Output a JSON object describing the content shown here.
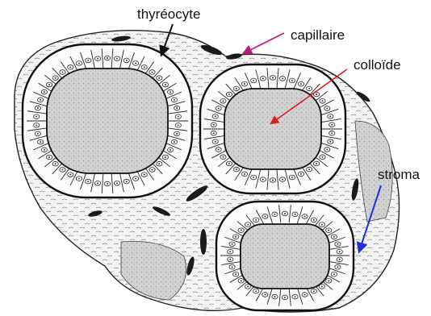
{
  "diagram": {
    "labels": {
      "thyreocyte": "thyréocyte",
      "capillaire": "capillaire",
      "colloide": "colloïde",
      "stroma": "stroma"
    },
    "colors": {
      "ink": "#111111",
      "colloid_fill": "#cfcfcf",
      "stroma_fill": "#f4f4f4",
      "arrow_thyreocyte": "#111111",
      "arrow_capillaire": "#c0187a",
      "arrow_colloide": "#d81e1e",
      "arrow_stroma": "#1f2fd0"
    }
  }
}
